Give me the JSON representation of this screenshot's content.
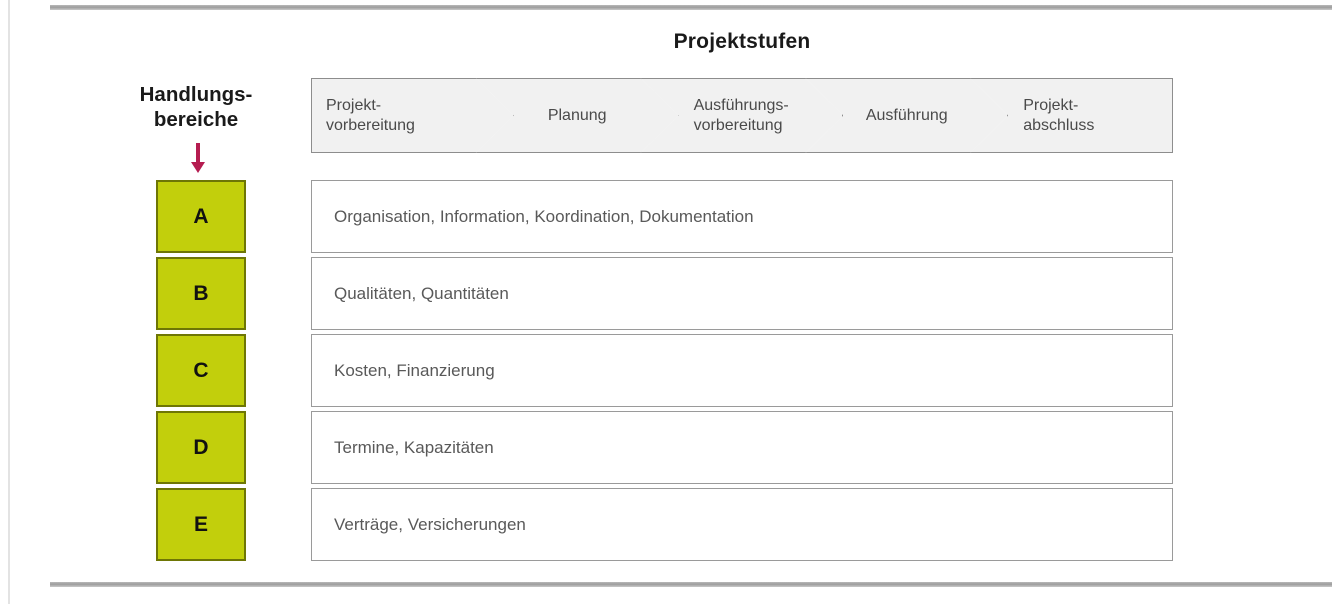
{
  "title": "Projektstufen",
  "axis_caption": {
    "line1": "Handlungs-",
    "line2": "bereiche",
    "arrow_icon": "down-arrow-icon",
    "arrow_color": "#b51c50"
  },
  "colors": {
    "key_fill": "#c2cf0c",
    "key_border": "#6e7605",
    "stage_fill": "#f1f1f1",
    "stage_border": "#8d8d8d",
    "row_border": "#9a9a9a",
    "rule": "#9d9d9d",
    "text_body": "#595959",
    "text_heading": "#1a1a1a"
  },
  "stages": [
    {
      "label": "Projekt-\nvorbereitung",
      "align": "left"
    },
    {
      "label": "Planung",
      "align": "center"
    },
    {
      "label": "Ausführungs-\nvorbereitung",
      "align": "left"
    },
    {
      "label": "Ausführung",
      "align": "center"
    },
    {
      "label": "Projekt-\nabschluss",
      "align": "left"
    }
  ],
  "rows": [
    {
      "key": "A",
      "text": "Organisation, Information, Koordination, Dokumentation"
    },
    {
      "key": "B",
      "text": "Qualitäten, Quantitäten"
    },
    {
      "key": "C",
      "text": "Kosten, Finanzierung"
    },
    {
      "key": "D",
      "text": "Termine, Kapazitäten"
    },
    {
      "key": "E",
      "text": "Verträge, Versicherungen"
    }
  ]
}
